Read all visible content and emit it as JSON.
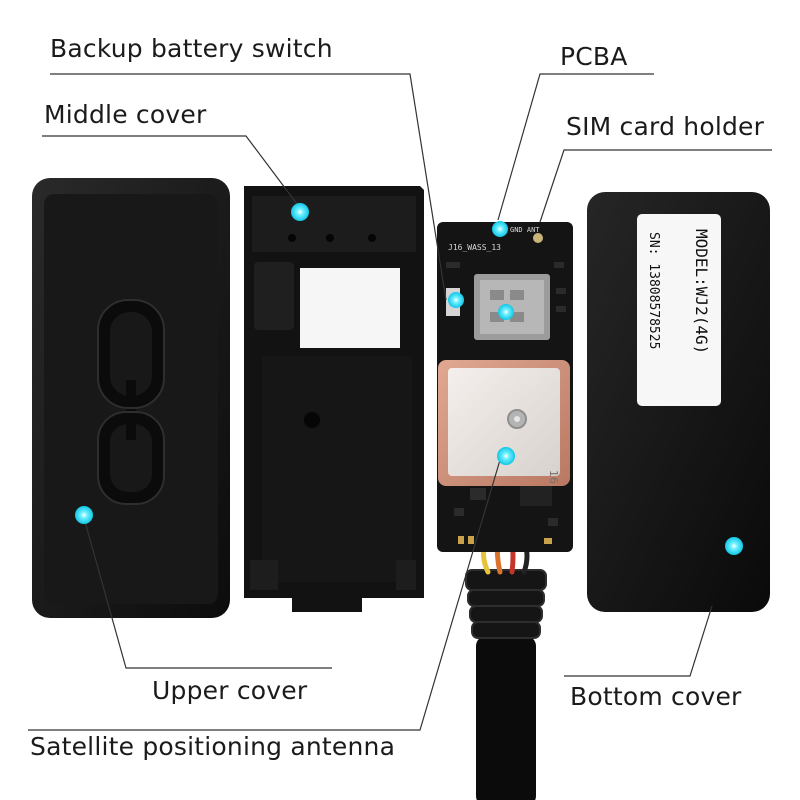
{
  "labels": {
    "backup_battery_switch": "Backup battery switch",
    "pcba": "PCBA",
    "middle_cover": "Middle cover",
    "sim_card_holder": "SIM card holder",
    "upper_cover": "Upper cover",
    "bottom_cover": "Bottom cover",
    "satellite_positioning_antenna": "Satellite positioning antenna"
  },
  "sticker": {
    "model": "MODEL:WJ2(4G)",
    "serial": "SN: 13808578525"
  },
  "board": {
    "silk_top": "J16_WASS_13",
    "gnd_ant": "GND ANT",
    "antenna_number": "16"
  },
  "colors": {
    "marker": "#1ad7f0",
    "device_black": "#141414",
    "patch_antenna": "#c98f7a",
    "label_line": "#333333"
  }
}
